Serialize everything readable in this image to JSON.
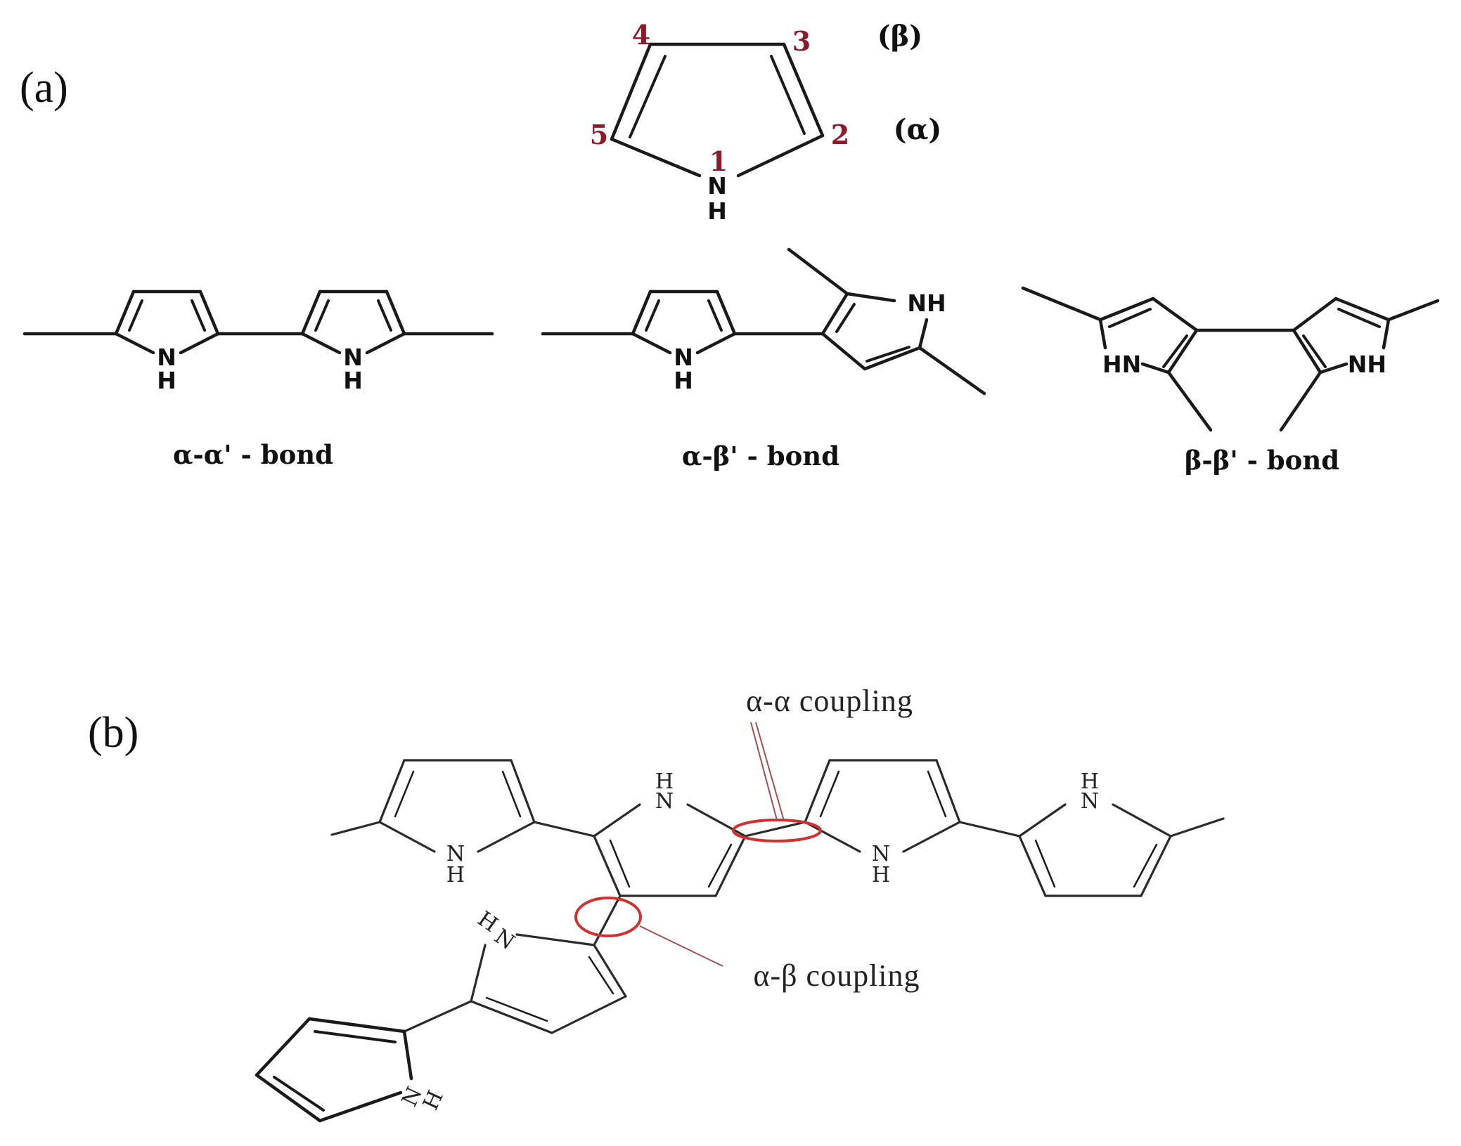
{
  "panels": {
    "a_label": "(a)",
    "b_label": "(b)"
  },
  "pyrrole": {
    "positions": [
      "1",
      "2",
      "3",
      "4",
      "5"
    ],
    "beta_label": "(β)",
    "alpha_label": "(α)",
    "n_atom": "N",
    "h_atom": "H",
    "position_color": "#8b1a2b"
  },
  "dimers": {
    "nh": "NH",
    "hn": "HN",
    "n": "N",
    "h": "H",
    "captions": [
      "α-α' - bond",
      "α-β' - bond",
      "β-β' - bond"
    ]
  },
  "polymer": {
    "n": "N",
    "h": "H",
    "couplings": [
      "α-α coupling",
      "α-β coupling"
    ],
    "marker_color": "#d03030"
  }
}
